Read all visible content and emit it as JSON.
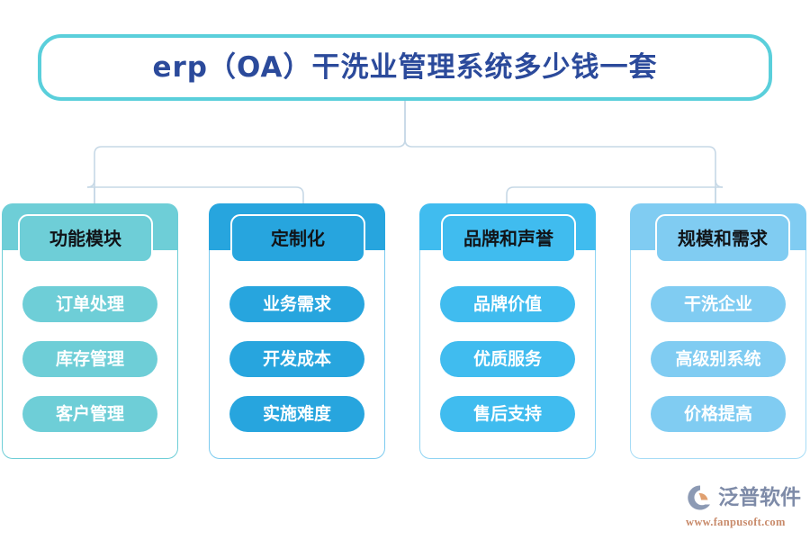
{
  "diagram": {
    "title": "erp（OA）干洗业管理系统多少钱一套",
    "title_border_color": "#5ACFDB",
    "title_text_color": "#2B4A9B",
    "connector_color": "#C6D8E6",
    "columns": [
      {
        "header": "功能模块",
        "color": "#6ECED7",
        "border_color": "#6ECED7",
        "items": [
          "订单处理",
          "库存管理",
          "客户管理"
        ]
      },
      {
        "header": "定制化",
        "color": "#27A5DE",
        "border_color": "#7CCBEF",
        "items": [
          "业务需求",
          "开发成本",
          "实施难度"
        ]
      },
      {
        "header": "品牌和声誉",
        "color": "#40BCEF",
        "border_color": "#8FD4F3",
        "items": [
          "品牌价值",
          "优质服务",
          "售后支持"
        ]
      },
      {
        "header": "规模和需求",
        "color": "#80CCF2",
        "border_color": "#A6DCF6",
        "items": [
          "干洗企业",
          "高级别系统",
          "价格提高"
        ]
      }
    ]
  },
  "watermark": {
    "brand": "泛普软件",
    "url": "www.fanpusoft.com",
    "brand_color": "#7E8BA8",
    "url_color": "#C88A6A"
  }
}
